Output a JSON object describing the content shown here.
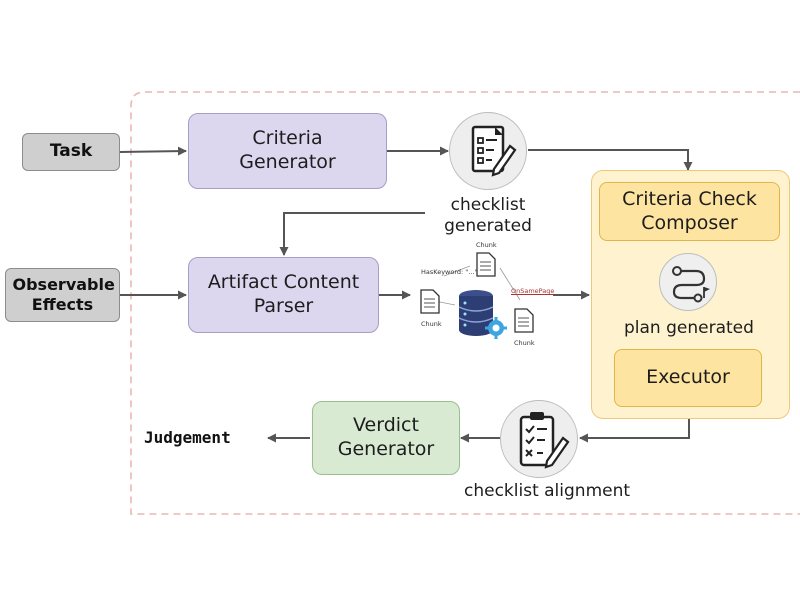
{
  "inputs": {
    "task": "Task",
    "observable_effects": "Observable Effects"
  },
  "nodes": {
    "criteria_generator": "Criteria Generator",
    "artifact_content_parser": "Artifact Content Parser",
    "criteria_check_composer": "Criteria Check Composer",
    "executor": "Executor",
    "verdict_generator": "Verdict Generator"
  },
  "captions": {
    "checklist_generated": "checklist generated",
    "plan_generated": "plan generated",
    "checklist_alignment": "checklist alignment"
  },
  "outputs": {
    "judgement": "Judgement"
  },
  "store_labels": {
    "chunk_top": "Chunk",
    "chunk_left": "Chunk",
    "chunk_right": "Chunk",
    "has_keyword": "HasKeyword: \"...\"",
    "on_same_page": "OnSamePage"
  },
  "icons": [
    "checklist-pen-icon",
    "plan-path-icon",
    "database-gear-icon",
    "document-icon",
    "clipboard-checklist-icon"
  ]
}
